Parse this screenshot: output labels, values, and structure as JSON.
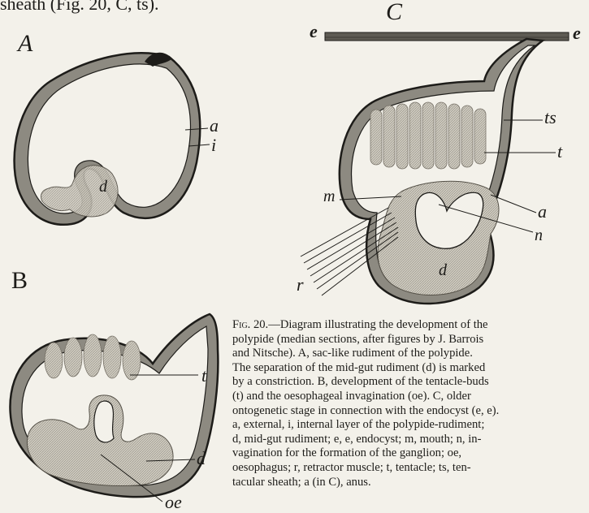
{
  "header_text": "sheath (Fig. 20, C, ts).",
  "figure": {
    "panel_labels": [
      "A",
      "B",
      "C"
    ],
    "labels": {
      "a": {
        "a": "a",
        "i": "i",
        "d": "d"
      },
      "b": {
        "t": "t",
        "d": "d",
        "oe": "oe"
      },
      "c": {
        "e_left": "e",
        "e_right": "e",
        "ts": "ts",
        "t": "t",
        "m": "m",
        "a": "a",
        "n": "n",
        "d": "d",
        "r": "r"
      }
    },
    "caption": {
      "figure_number": "Fig. 20.",
      "text_lines": [
        "—Diagram illustrating the development of the",
        "polypide (median sections, after figures by J. Barrois",
        "and Nitsche). A, sac-like rudiment of the polypide.",
        "The separation of the mid-gut rudiment (d) is marked",
        "by a constriction. B, development of the tentacle-buds",
        "(t) and the oesophageal invagination (oe). C, older",
        "ontogenetic stage in connection with the endocyst (e, e).",
        "a, external, i, internal layer of the polypide-rudiment;",
        "d, mid-gut rudiment; e, e, endocyst; m, mouth; n, in-",
        "vagination for the formation of the ganglion; oe,",
        "oesophagus; r, retractor muscle; t, tentacle; ts, ten-",
        "tacular sheath; a (in C), anus."
      ]
    }
  }
}
